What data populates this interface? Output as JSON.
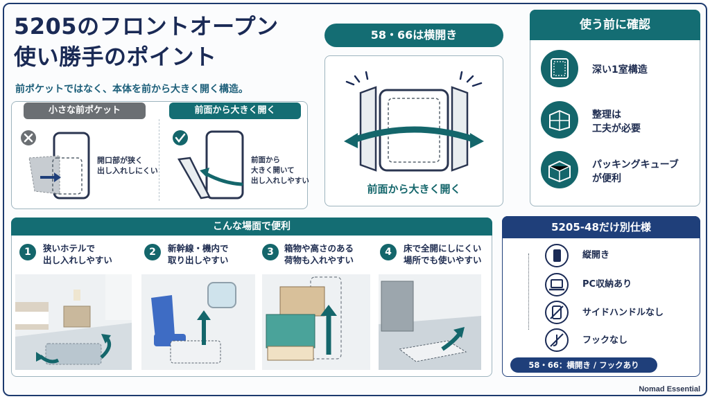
{
  "title": {
    "line1": "5205のフロントオープン",
    "line2": "使い勝手のポイント"
  },
  "subtitle": "前ポケットではなく、本体を前から大きく開く構造。",
  "compare": {
    "left": {
      "label": "小さな前ポケット",
      "note_line1": "開口部が狭く",
      "note_line2": "出し入れしにくい"
    },
    "right": {
      "label": "前面から大きく開く",
      "note_line1": "前面から",
      "note_line2": "大きく開いて",
      "note_line3": "出し入れしやすい"
    }
  },
  "side_open": {
    "label": "58・66は横開き",
    "caption": "前面から大きく開く"
  },
  "check": {
    "label": "使う前に確認",
    "items": [
      {
        "text_line1": "深い1室構造",
        "text_line2": "",
        "icon": "single-compartment-icon"
      },
      {
        "text_line1": "整理は",
        "text_line2": "工夫が必要",
        "icon": "organize-icon"
      },
      {
        "text_line1": "パッキングキューブ",
        "text_line2": "が便利",
        "icon": "packing-cube-icon"
      }
    ]
  },
  "scenes": {
    "label": "こんな場面で便利",
    "items": [
      {
        "num": "1",
        "line1": "狭いホテルで",
        "line2": "出し入れしやすい"
      },
      {
        "num": "2",
        "line1": "新幹線・機内で",
        "line2": "取り出しやすい"
      },
      {
        "num": "3",
        "line1": "箱物や高さのある",
        "line2": "荷物も入れやすい"
      },
      {
        "num": "4",
        "line1": "床で全開にしにくい",
        "line2": "場所でも使いやすい"
      }
    ]
  },
  "variant": {
    "label": "5205-48だけ別仕様",
    "items": [
      {
        "text": "縦開き",
        "icon": "vertical-open-icon"
      },
      {
        "text": "PC収納あり",
        "icon": "laptop-icon"
      },
      {
        "text": "サイドハンドルなし",
        "icon": "no-handle-icon"
      },
      {
        "text": "フックなし",
        "icon": "no-hook-icon"
      }
    ],
    "note": "58・66：横開き / フックあり"
  },
  "brand": "Nomad Essential",
  "colors": {
    "teal": "#146d73",
    "navy": "#1f3f7a",
    "gray": "#6b6f73",
    "text": "#1a2a55"
  }
}
